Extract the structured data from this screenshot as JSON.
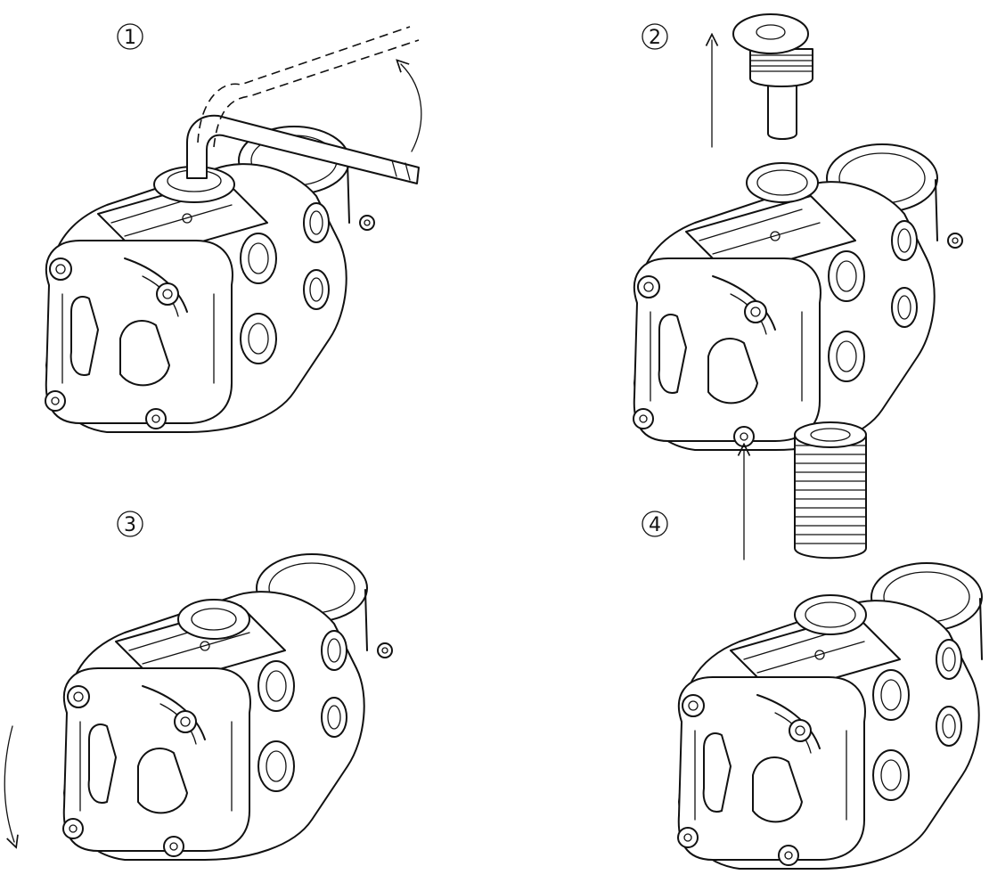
{
  "steps": [
    {
      "number": "1",
      "label": "①"
    },
    {
      "number": "2",
      "label": "②"
    },
    {
      "number": "3",
      "label": "③"
    },
    {
      "number": "4",
      "label": "④"
    }
  ],
  "colors": {
    "ink": "#111111",
    "background": "#ffffff"
  }
}
